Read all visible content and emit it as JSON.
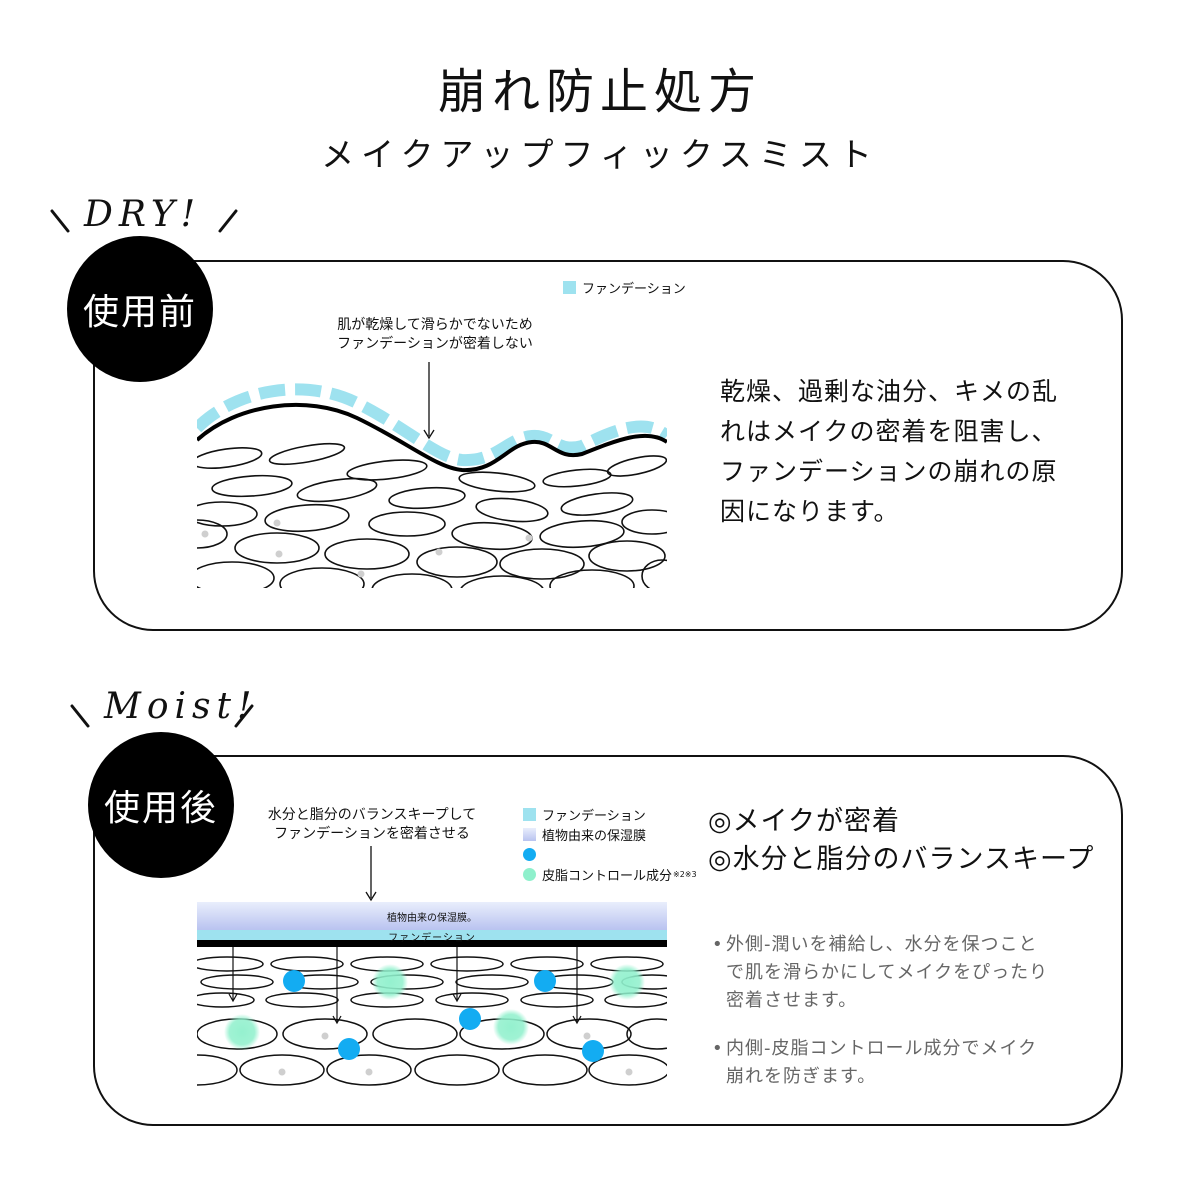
{
  "header": {
    "title": "崩れ防止処方",
    "subtitle": "メイクアップフィックスミスト"
  },
  "colors": {
    "foundation": "#9ee2ef",
    "membrane_top": "#e9eefc",
    "membrane_bottom": "#b9c3f0",
    "control_dot": "#13acf2",
    "control_cloud": "#8ff0cc",
    "note_text": "#666666"
  },
  "before": {
    "tag": "DRY!",
    "badge": "使用前",
    "legend": {
      "foundation": "ファンデーション"
    },
    "callout_lines": [
      "肌が乾燥して滑らかでないため",
      "ファンデーションが密着しない"
    ],
    "description_lines": [
      "乾燥、過剰な油分、キメの乱",
      "れはメイクの密着を阻害し、",
      "ファンデーションの崩れの原",
      "因になります。"
    ]
  },
  "after": {
    "tag": "Moist!",
    "badge": "使用後",
    "callout_lines": [
      "水分と脂分のバランスキープして",
      "ファンデーションを密着させる"
    ],
    "legend": {
      "foundation": "ファンデーション",
      "membrane": "植物由来の保湿膜",
      "control_label": "皮脂コントロール成分",
      "control_note": "※2※3"
    },
    "diagram": {
      "membrane_label": "植物由来の保湿膜。",
      "foundation_label": "ファンデーション"
    },
    "points": [
      "◎メイクが密着",
      "◎水分と脂分のバランスキープ"
    ],
    "notes": [
      {
        "bullet": "•",
        "lines": [
          "外側-潤いを補給し、水分を保つこと",
          "で肌を滑らかにしてメイクをぴったり",
          "密着させます。"
        ]
      },
      {
        "bullet": "•",
        "lines": [
          "内側-皮脂コントロール成分でメイク",
          "崩れを防ぎます。"
        ]
      }
    ]
  }
}
